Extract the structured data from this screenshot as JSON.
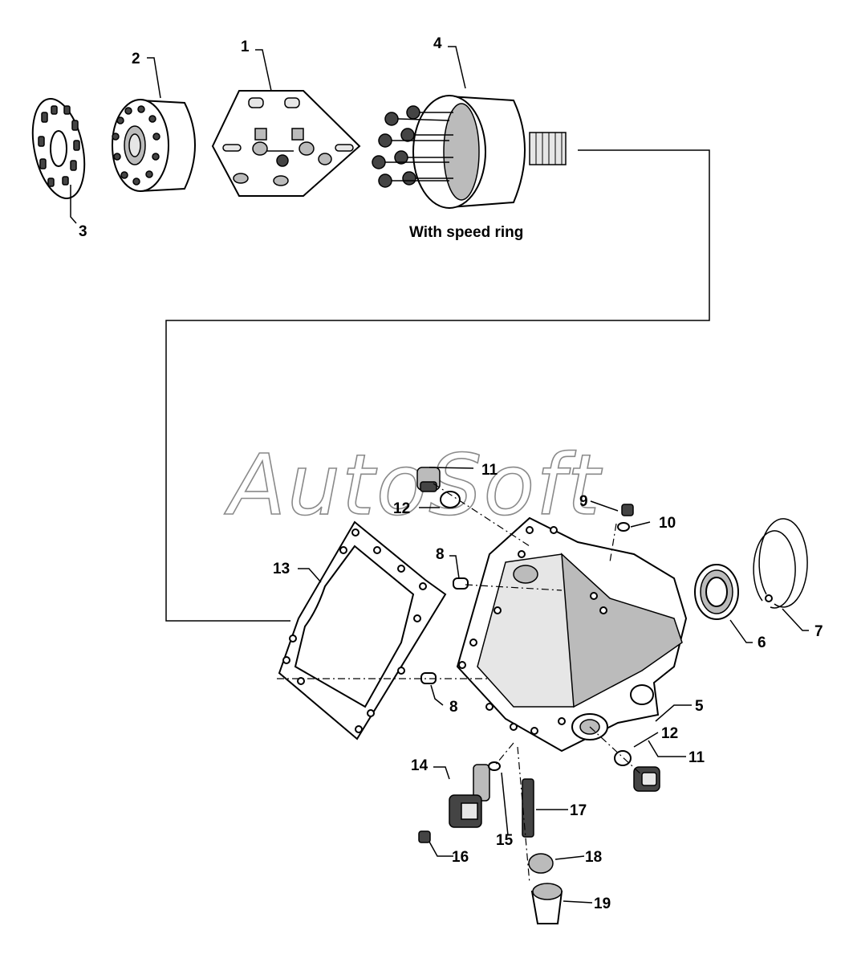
{
  "caption": "With speed ring",
  "watermark": "AutoSoft",
  "callouts": [
    {
      "id": "1",
      "label": "1"
    },
    {
      "id": "2",
      "label": "2"
    },
    {
      "id": "3",
      "label": "3"
    },
    {
      "id": "4",
      "label": "4"
    },
    {
      "id": "5",
      "label": "5"
    },
    {
      "id": "6",
      "label": "6"
    },
    {
      "id": "7",
      "label": "7"
    },
    {
      "id": "8a",
      "label": "8"
    },
    {
      "id": "8b",
      "label": "8"
    },
    {
      "id": "9",
      "label": "9"
    },
    {
      "id": "10",
      "label": "10"
    },
    {
      "id": "11a",
      "label": "11"
    },
    {
      "id": "11b",
      "label": "11"
    },
    {
      "id": "12a",
      "label": "12"
    },
    {
      "id": "12b",
      "label": "12"
    },
    {
      "id": "13",
      "label": "13"
    },
    {
      "id": "14",
      "label": "14"
    },
    {
      "id": "15",
      "label": "15"
    },
    {
      "id": "16",
      "label": "16"
    },
    {
      "id": "17",
      "label": "17"
    },
    {
      "id": "18",
      "label": "18"
    },
    {
      "id": "19",
      "label": "19"
    }
  ]
}
